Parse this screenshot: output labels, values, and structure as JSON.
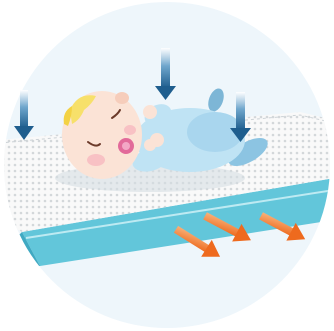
{
  "illustration": {
    "subject": "baby-on-breathable-mattress",
    "icons": [
      "air-down-arrow",
      "air-down-arrow",
      "air-down-arrow",
      "heat-out-arrow",
      "heat-out-arrow",
      "heat-out-arrow"
    ],
    "colors": {
      "background_circle": "#EEF6FB",
      "mattress_top": "#F8F8F8",
      "mattress_edge": "#62C6DA",
      "mattress_edge_dark": "#3FA9C2",
      "baby_skin": "#FBE3D6",
      "baby_outfit": "#BFE3F4",
      "baby_hair": "#F7E06A",
      "down_arrow": "#1F5E8E",
      "heat_arrow": "#F07A2C"
    }
  }
}
